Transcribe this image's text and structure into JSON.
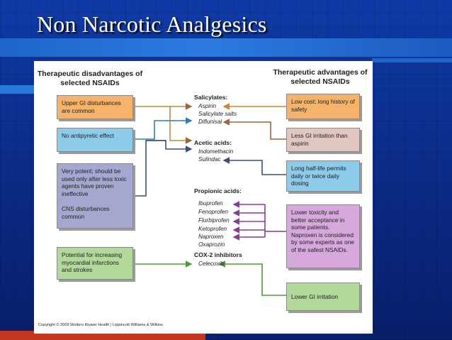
{
  "slide": {
    "title": "Non Narcotic Analgesics"
  },
  "figure": {
    "left_header": "Therapeutic disadvantages of selected NSAIDs",
    "right_header": "Therapeutic advantages of selected NSAIDs",
    "disadvantages": [
      {
        "text": "Upper GI disturbances are common",
        "color": "#f5b36b"
      },
      {
        "text": "No antipyretic effect",
        "color": "#8ecbe8"
      },
      {
        "text": "Very potent; should be used only after less toxic agents have proven ineffective",
        "text2": "CNS disturbances common",
        "color": "#a4a8cf"
      },
      {
        "text": "Potential for increasing myocardial infarctions and strokes",
        "color": "#b3d99a"
      }
    ],
    "advantages": [
      {
        "text": "Low cost; long history of safety",
        "color": "#f5b36b"
      },
      {
        "text": "Less GI irritation than aspirin",
        "color": "#e0c8c0"
      },
      {
        "text": "Long half-life permits daily or twice daily dosing",
        "color": "#8ecbe8"
      },
      {
        "text": "Lower toxicity and better acceptance in some patients. Naproxen is considered by some experts as one of the safest NSAIDs.",
        "color": "#d7a8dc"
      },
      {
        "text": "Lower GI irritation",
        "color": "#b3d99a"
      }
    ],
    "groups": [
      {
        "title": "Salicylates:",
        "drugs": [
          "Aspirin",
          "Salicylate salts",
          "Diflunisal"
        ]
      },
      {
        "title": "Acetic acids:",
        "drugs": [
          "Indomethacin",
          "Sulindac"
        ]
      },
      {
        "title": "Propionic acids:",
        "drugs": [
          "Ibuprofen",
          "Fenoprofen",
          "Flurbiprofen",
          "Ketoprofen",
          "Naproxen",
          "Oxaprozin"
        ]
      },
      {
        "title": "COX-2 inhibitors",
        "drugs": [
          "Celecoxib"
        ]
      }
    ],
    "copyright": "Copyright © 2009 Wolters Kluwer Health | Lippincott Williams & Wilkins",
    "colors": {
      "orange": "#d9822b",
      "brown": "#a0643c",
      "blue": "#2a7fb0",
      "navy": "#3a4f7a",
      "purple": "#8a3a9c",
      "green": "#4f9a3a"
    }
  }
}
